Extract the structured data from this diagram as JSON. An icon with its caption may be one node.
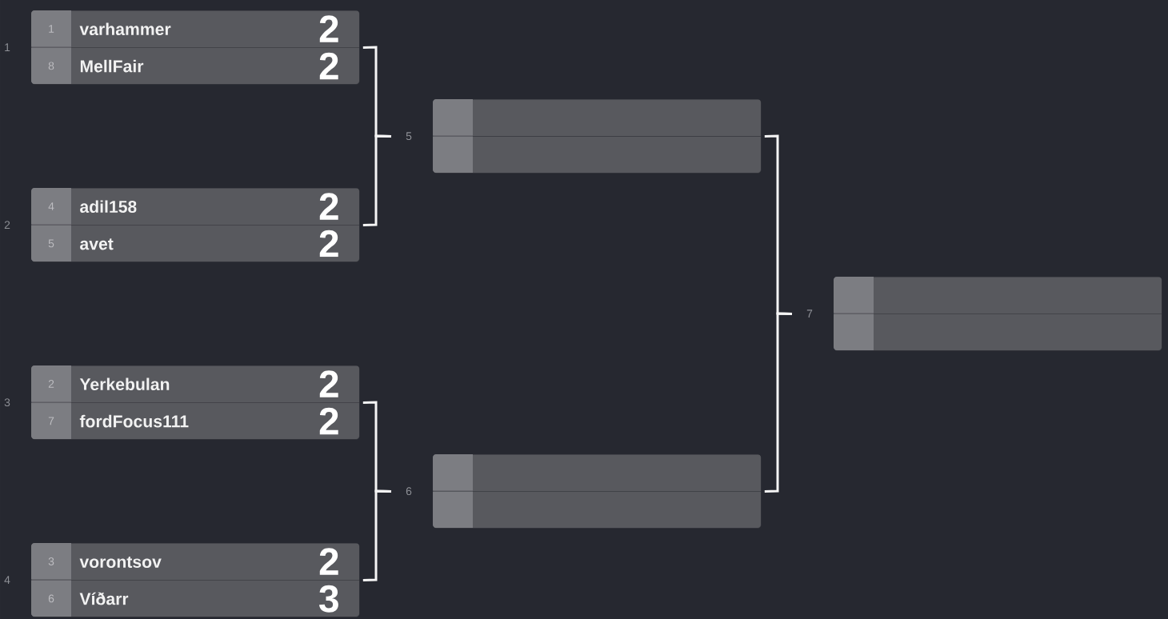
{
  "diagram": {
    "nodes": [
      {
        "text": [],
        "shape": "box",
        "beside": [
          "1"
        ]
      },
      {
        "text": [
          "1",
          "varhammer",
          "2"
        ],
        "in": 0
      },
      {
        "text": [
          "8",
          "MellFair",
          "2"
        ],
        "in": 0
      },
      {
        "text": [],
        "shape": "box",
        "beside": [
          "2"
        ]
      },
      {
        "text": [
          "4",
          "adil158",
          "2"
        ],
        "in": 3
      },
      {
        "text": [
          "5",
          "avet",
          "2"
        ],
        "in": 3
      },
      {
        "text": [],
        "shape": "box",
        "beside": [
          "3"
        ]
      },
      {
        "text": [
          "2",
          "Yerkebulan",
          "2"
        ],
        "in": 6
      },
      {
        "text": [
          "7",
          "fordFocus111",
          "2"
        ],
        "in": 6
      },
      {
        "text": [],
        "shape": "box",
        "beside": [
          "4"
        ]
      },
      {
        "text": [
          "3",
          "vorontsov",
          "2"
        ],
        "in": 9
      },
      {
        "text": [
          "6",
          "Víðarr",
          "3"
        ],
        "in": 9
      },
      {
        "text": [],
        "shape": "box",
        "beside": [
          "5"
        ]
      },
      {
        "text": [],
        "shape": "box",
        "in": 12
      },
      {
        "text": [],
        "shape": "box",
        "in": 12
      },
      {
        "text": [],
        "shape": "box",
        "beside": [
          "6"
        ]
      },
      {
        "text": [],
        "shape": "box",
        "in": 15
      },
      {
        "text": [],
        "shape": "box",
        "in": 15
      },
      {
        "text": [],
        "shape": "box",
        "beside": [
          "7"
        ]
      },
      {
        "text": [],
        "shape": "box",
        "in": 18
      },
      {
        "text": [],
        "shape": "box",
        "in": 18
      }
    ],
    "edges": [
      {
        "from": 0,
        "to": 12,
        "arrow": "none"
      },
      {
        "from": 3,
        "to": 12,
        "arrow": "none"
      },
      {
        "from": 6,
        "to": 15,
        "arrow": "none"
      },
      {
        "from": 9,
        "to": 15,
        "arrow": "none"
      },
      {
        "from": 12,
        "to": 18,
        "arrow": "none"
      },
      {
        "from": 15,
        "to": 18,
        "arrow": "none"
      }
    ]
  }
}
